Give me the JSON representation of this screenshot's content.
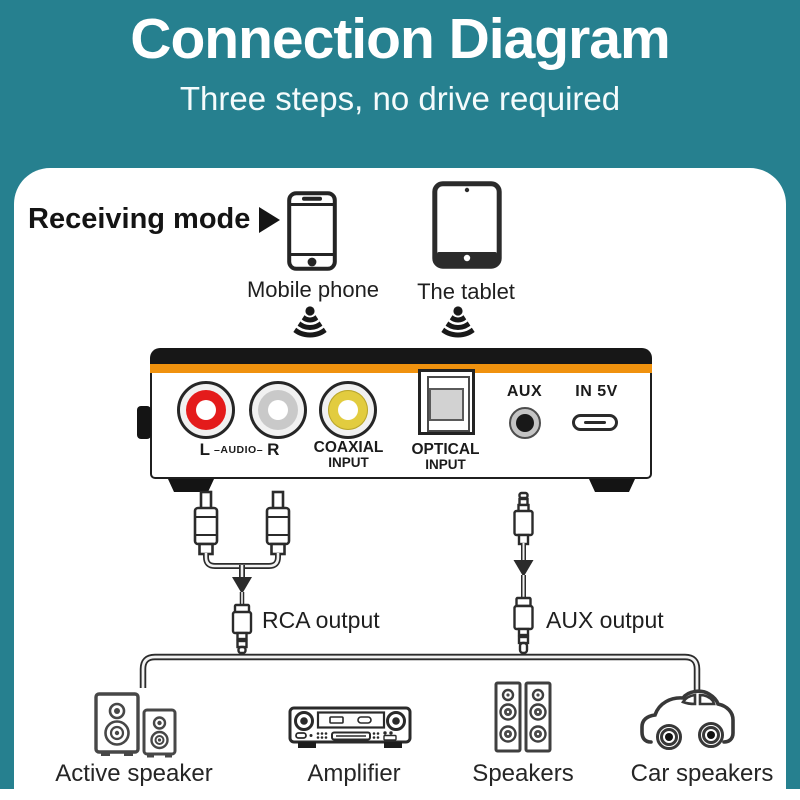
{
  "header": {
    "title": "Connection Diagram",
    "subtitle": "Three steps, no drive required"
  },
  "mode": {
    "label": "Receiving mode"
  },
  "sources": {
    "phone_label": "Mobile phone",
    "tablet_label": "The tablet"
  },
  "device": {
    "audio_l": "L",
    "audio_mid": "–AUDIO–",
    "audio_r": "R",
    "coaxial_line1": "COAXIAL",
    "coaxial_line2": "INPUT",
    "optical_line1": "OPTICAL",
    "optical_line2": "INPUT",
    "aux_label": "AUX",
    "power_label": "IN 5V"
  },
  "cables": {
    "rca_label": "RCA output",
    "aux_label": "AUX output"
  },
  "outputs": [
    {
      "label": "Active speaker"
    },
    {
      "label": "Amplifier"
    },
    {
      "label": "Speakers"
    },
    {
      "label": "Car speakers"
    }
  ],
  "icons": {
    "phone": "smartphone-icon",
    "tablet": "tablet-icon",
    "signal": "wireless-signal-icon",
    "arrow": "play-arrow-icon"
  },
  "colors": {
    "teal": "#26808F",
    "orange": "#F0920E",
    "rca_red": "#E41B1B",
    "rca_yellow": "#E2CC3F",
    "text_dark": "#1b1b1b"
  }
}
